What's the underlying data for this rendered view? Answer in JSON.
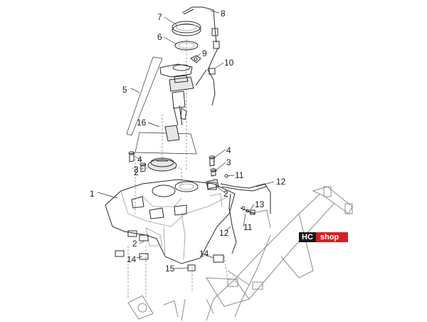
{
  "brand_badge": {
    "part1": "HC",
    "part2": "shop"
  },
  "callouts": [
    "1",
    "2",
    "2",
    "2",
    "3",
    "3",
    "4",
    "4",
    "5",
    "6",
    "7",
    "8",
    "9",
    "10",
    "11",
    "11",
    "12",
    "12",
    "13",
    "14",
    "14",
    "15",
    "16"
  ]
}
